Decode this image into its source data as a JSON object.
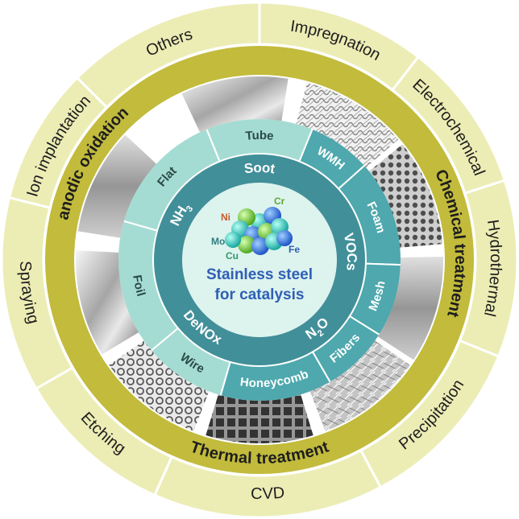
{
  "colors": {
    "outer_ring": "#ecedb5",
    "mid_ring": "#c2bb3c",
    "form_ring_light": "#a4dcd3",
    "form_ring_dark": "#4ea8ad",
    "app_ring": "#418f99",
    "center_disc": "#ddf3ee",
    "center_title": "#2f5fb5"
  },
  "outer_ring": {
    "segments": [
      {
        "label": "Others"
      },
      {
        "label": "Impregnation"
      },
      {
        "label": "Electrochemical"
      },
      {
        "label": "Hydrothermal"
      },
      {
        "label": "Precipitation"
      },
      {
        "label": "CVD"
      },
      {
        "label": "Etching"
      },
      {
        "label": "Spraying"
      },
      {
        "label": "Ion implantation"
      }
    ]
  },
  "middle_ring": {
    "chemical": "Chemical treatment",
    "thermal": "Thermal treatment",
    "anodic": "anodic oxidation"
  },
  "forms": [
    {
      "label": "Tube"
    },
    {
      "label": "WMH"
    },
    {
      "label": "Foam"
    },
    {
      "label": "Mesh"
    },
    {
      "label": "Fibers"
    },
    {
      "label": "Honeycomb"
    },
    {
      "label": "Wire"
    },
    {
      "label": "Foil"
    },
    {
      "label": "Flat"
    }
  ],
  "applications": {
    "soot": "Soot",
    "vocs": "VOCs",
    "n2o_base": "N",
    "n2o_sub": "2",
    "n2o_end": "O",
    "denox": "DeNOx",
    "nh3_base": "NH",
    "nh3_sub": "3"
  },
  "center": {
    "title_line1": "Stainless steel",
    "title_line2": "for catalysis",
    "elements": [
      {
        "symbol": "Cr",
        "color": "#5fa832"
      },
      {
        "symbol": "Ni",
        "color": "#c85a2a"
      },
      {
        "symbol": "Mo",
        "color": "#2f7f7f"
      },
      {
        "symbol": "Cu",
        "color": "#2f9a6a"
      },
      {
        "symbol": "Fe",
        "color": "#2f5fb5"
      }
    ]
  }
}
